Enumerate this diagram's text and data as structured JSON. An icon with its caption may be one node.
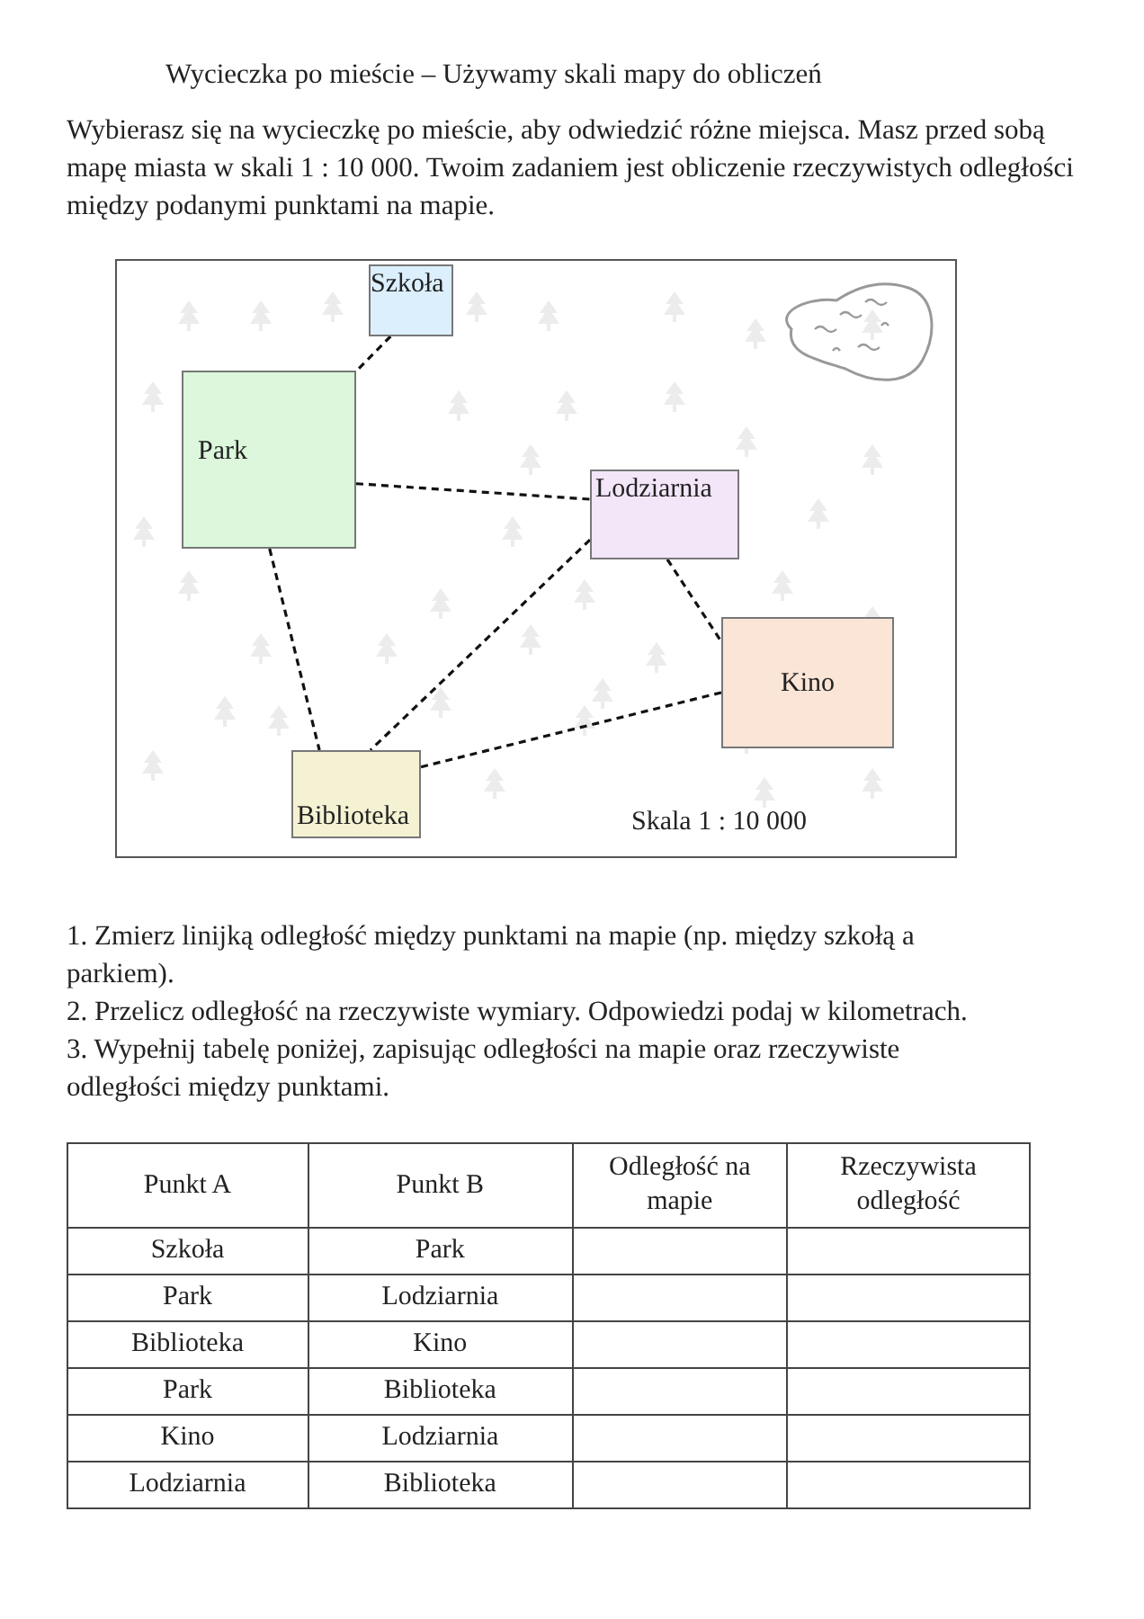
{
  "diagram": {
    "title": "Wycieczka po mieście – Używamy skali mapy do obliczeń",
    "nodes": [
      {
        "text": [
          "Szkoła"
        ]
      },
      {
        "text": [
          "Park"
        ]
      },
      {
        "text": [
          "Lodziarnia"
        ]
      },
      {
        "text": [
          "Kino"
        ]
      },
      {
        "text": [
          "Biblioteka"
        ]
      }
    ],
    "edges": [
      {
        "from": 0,
        "to": 1,
        "arrow": "none",
        "style": "dashed"
      },
      {
        "from": 1,
        "to": 2,
        "arrow": "none",
        "style": "dashed"
      },
      {
        "from": 1,
        "to": 4,
        "arrow": "none",
        "style": "dashed"
      },
      {
        "from": 2,
        "to": 4,
        "arrow": "none",
        "style": "dashed"
      },
      {
        "from": 2,
        "to": 3,
        "arrow": "none",
        "style": "dashed"
      },
      {
        "from": 3,
        "to": 4,
        "arrow": "none",
        "style": "dashed"
      }
    ],
    "labels": [
      "Wybierasz się na wycieczkę po mieście, aby odwiedzić różne miejsca. Masz przed sobą mapę miasta w skali 1 : 10 000. Twoim zadaniem jest obliczenie rzeczywistych odległości między podanymi punktami na mapie.",
      "1. Zmierz linijką odległość między punktami na mapie (np. między szkołą a parkiem).",
      "2. Przelicz odległość na rzeczywiste wymiary. Odpowiedzi podaj w kilometrach.",
      "3. Wypełnij tabelę poniżej, zapisując odległości na mapie oraz rzeczywiste odległości między punktami.",
      "Skala 1 : 10 000",
      "Punkt A",
      "Punkt B",
      "Odległość na mapie",
      "Rzeczywista odległość",
      "Szkoła",
      "Park",
      "Park",
      "Lodziarnia",
      "Biblioteka",
      "Kino",
      "Park",
      "Biblioteka",
      "Kino",
      "Lodziarnia",
      "Lodziarnia",
      "Biblioteka"
    ]
  }
}
